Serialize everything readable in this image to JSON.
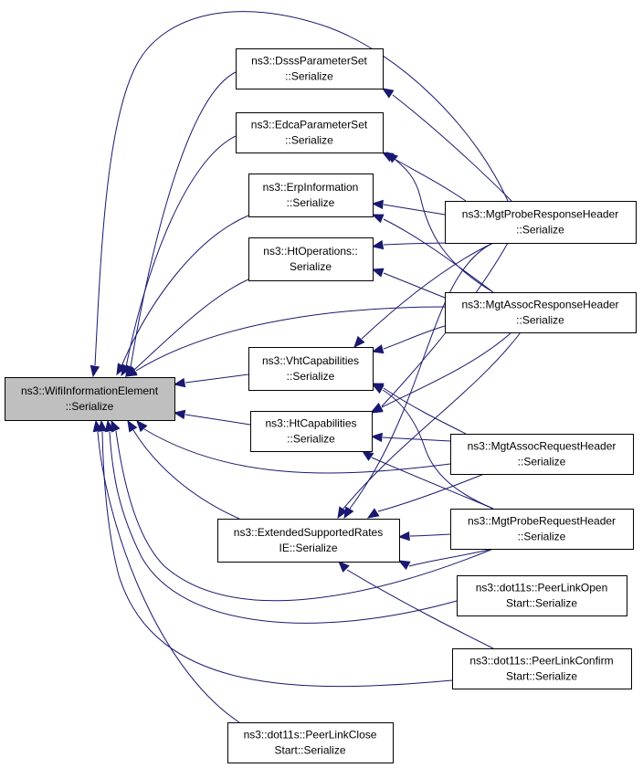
{
  "diagram": {
    "type": "call-graph",
    "colors": {
      "edge": "#191970",
      "root_fill": "#bfbfbf",
      "node_fill": "#ffffff",
      "border": "#000000"
    },
    "nodes": [
      {
        "id": "wifi",
        "lines": [
          "ns3::WifiInformationElement",
          "::Serialize"
        ],
        "highlight": true,
        "clickable": false
      },
      {
        "id": "dsss",
        "lines": [
          "ns3::DsssParameterSet",
          "::Serialize"
        ],
        "highlight": false,
        "clickable": true
      },
      {
        "id": "edca",
        "lines": [
          "ns3::EdcaParameterSet",
          "::Serialize"
        ],
        "highlight": false,
        "clickable": true
      },
      {
        "id": "erp",
        "lines": [
          "ns3::ErpInformation",
          "::Serialize"
        ],
        "highlight": false,
        "clickable": true
      },
      {
        "id": "htop",
        "lines": [
          "ns3::HtOperations::",
          "Serialize"
        ],
        "highlight": false,
        "clickable": true
      },
      {
        "id": "vht",
        "lines": [
          "ns3::VhtCapabilities",
          "::Serialize"
        ],
        "highlight": false,
        "clickable": true
      },
      {
        "id": "htcap",
        "lines": [
          "ns3::HtCapabilities",
          "::Serialize"
        ],
        "highlight": false,
        "clickable": true
      },
      {
        "id": "ext",
        "lines": [
          "ns3::ExtendedSupportedRates",
          "IE::Serialize"
        ],
        "highlight": false,
        "clickable": true
      },
      {
        "id": "close",
        "lines": [
          "ns3::dot11s::PeerLinkClose",
          "Start::Serialize"
        ],
        "highlight": false,
        "clickable": true
      },
      {
        "id": "probresp",
        "lines": [
          "ns3::MgtProbeResponseHeader",
          "::Serialize"
        ],
        "highlight": false,
        "clickable": true
      },
      {
        "id": "assresp",
        "lines": [
          "ns3::MgtAssocResponseHeader",
          "::Serialize"
        ],
        "highlight": false,
        "clickable": true
      },
      {
        "id": "assreq",
        "lines": [
          "ns3::MgtAssocRequestHeader",
          "::Serialize"
        ],
        "highlight": false,
        "clickable": true
      },
      {
        "id": "probreq",
        "lines": [
          "ns3::MgtProbeRequestHeader",
          "::Serialize"
        ],
        "highlight": false,
        "clickable": true
      },
      {
        "id": "open",
        "lines": [
          "ns3::dot11s::PeerLinkOpen",
          "Start::Serialize"
        ],
        "highlight": false,
        "clickable": true
      },
      {
        "id": "confirm",
        "lines": [
          "ns3::dot11s::PeerLinkConfirm",
          "Start::Serialize"
        ],
        "highlight": false,
        "clickable": true
      }
    ],
    "edges": [
      {
        "from": "dsss",
        "to": "wifi"
      },
      {
        "from": "edca",
        "to": "wifi"
      },
      {
        "from": "erp",
        "to": "wifi"
      },
      {
        "from": "htop",
        "to": "wifi"
      },
      {
        "from": "vht",
        "to": "wifi"
      },
      {
        "from": "htcap",
        "to": "wifi"
      },
      {
        "from": "ext",
        "to": "wifi"
      },
      {
        "from": "close",
        "to": "wifi"
      },
      {
        "from": "probresp",
        "to": "wifi"
      },
      {
        "from": "assresp",
        "to": "wifi"
      },
      {
        "from": "assreq",
        "to": "wifi"
      },
      {
        "from": "probreq",
        "to": "wifi"
      },
      {
        "from": "open",
        "to": "wifi"
      },
      {
        "from": "confirm",
        "to": "wifi"
      },
      {
        "from": "probresp",
        "to": "dsss"
      },
      {
        "from": "probresp",
        "to": "edca"
      },
      {
        "from": "assresp",
        "to": "edca"
      },
      {
        "from": "probresp",
        "to": "erp"
      },
      {
        "from": "assresp",
        "to": "erp"
      },
      {
        "from": "probresp",
        "to": "htop"
      },
      {
        "from": "assresp",
        "to": "htop"
      },
      {
        "from": "probresp",
        "to": "vht"
      },
      {
        "from": "assresp",
        "to": "vht"
      },
      {
        "from": "assreq",
        "to": "vht"
      },
      {
        "from": "probreq",
        "to": "vht"
      },
      {
        "from": "probresp",
        "to": "htcap"
      },
      {
        "from": "assresp",
        "to": "htcap"
      },
      {
        "from": "assreq",
        "to": "htcap"
      },
      {
        "from": "probreq",
        "to": "htcap"
      },
      {
        "from": "probresp",
        "to": "ext"
      },
      {
        "from": "assresp",
        "to": "ext"
      },
      {
        "from": "assreq",
        "to": "ext"
      },
      {
        "from": "probreq",
        "to": "ext"
      },
      {
        "from": "open",
        "to": "ext"
      },
      {
        "from": "confirm",
        "to": "ext"
      }
    ]
  }
}
